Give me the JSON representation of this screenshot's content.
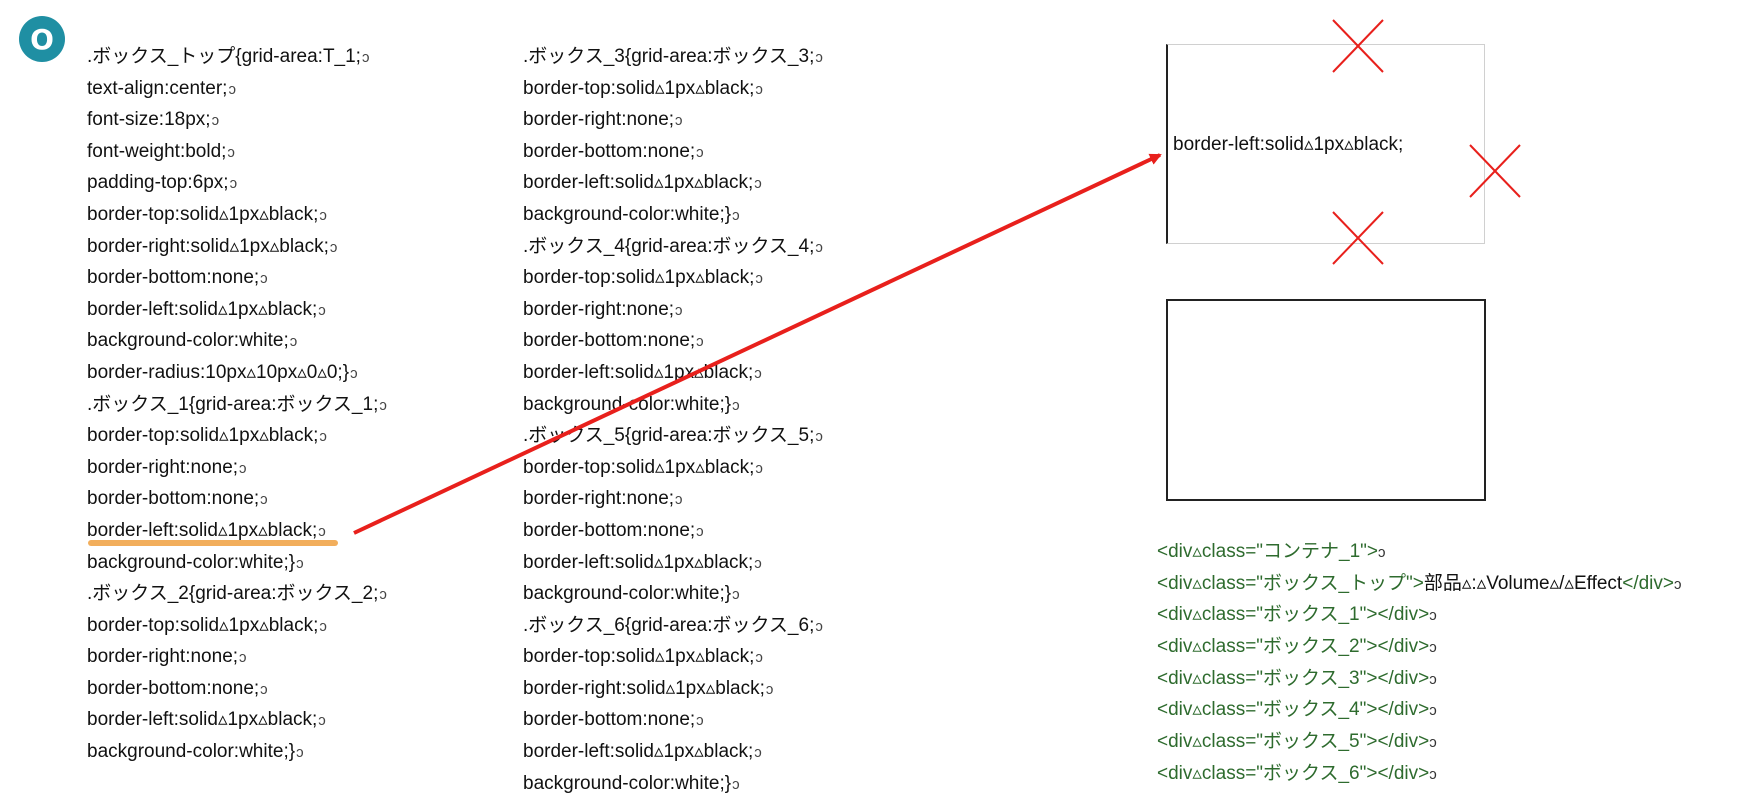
{
  "badge": "O",
  "col1": [
    ".ボックス_トップ{grid-area:T_1;",
    "text-align:center;",
    "font-size:18px;",
    "font-weight:bold;",
    "padding-top:6px;",
    "border-top:solid▵1px▵black;",
    "border-right:solid▵1px▵black;",
    "border-bottom:none;",
    "border-left:solid▵1px▵black;",
    "background-color:white;",
    "border-radius:10px▵10px▵0▵0;}",
    ".ボックス_1{grid-area:ボックス_1;",
    "border-top:solid▵1px▵black;",
    "border-right:none;",
    "border-bottom:none;",
    "border-left:solid▵1px▵black;",
    "background-color:white;}",
    ".ボックス_2{grid-area:ボックス_2;",
    "border-top:solid▵1px▵black;",
    "border-right:none;",
    "border-bottom:none;",
    "border-left:solid▵1px▵black;",
    "background-color:white;}"
  ],
  "col2": [
    ".ボックス_3{grid-area:ボックス_3;",
    "border-top:solid▵1px▵black;",
    "border-right:none;",
    "border-bottom:none;",
    "border-left:solid▵1px▵black;",
    "background-color:white;}",
    ".ボックス_4{grid-area:ボックス_4;",
    "border-top:solid▵1px▵black;",
    "border-right:none;",
    "border-bottom:none;",
    "border-left:solid▵1px▵black;",
    "background-color:white;}",
    ".ボックス_5{grid-area:ボックス_5;",
    "border-top:solid▵1px▵black;",
    "border-right:none;",
    "border-bottom:none;",
    "border-left:solid▵1px▵black;",
    "background-color:white;}",
    ".ボックス_6{grid-area:ボックス_6;",
    "border-top:solid▵1px▵black;",
    "border-right:solid▵1px▵black;",
    "border-bottom:none;",
    "border-left:solid▵1px▵black;",
    "background-color:white;}"
  ],
  "line_end_mark": "ↄ",
  "box_label": "border-left:solid▵1px▵black;",
  "html_lines": [
    {
      "pre": "<div▵class=\"コンテナ_1\">",
      "text": "",
      "post": ""
    },
    {
      "pre": "<div▵class=\"ボックス_トップ\">",
      "text": "部品▵:▵Volume▵/▵Effect",
      "post": "</div>"
    },
    {
      "pre": "<div▵class=\"ボックス_1\"></div>",
      "text": "",
      "post": ""
    },
    {
      "pre": "<div▵class=\"ボックス_2\"></div>",
      "text": "",
      "post": ""
    },
    {
      "pre": "<div▵class=\"ボックス_3\"></div>",
      "text": "",
      "post": ""
    },
    {
      "pre": "<div▵class=\"ボックス_4\"></div>",
      "text": "",
      "post": ""
    },
    {
      "pre": "<div▵class=\"ボックス_5\"></div>",
      "text": "",
      "post": ""
    },
    {
      "pre": "<div▵class=\"ボックス_6\"></div>",
      "text": "",
      "post": ""
    }
  ],
  "colors": {
    "badge": "#1f8fa3",
    "arrow": "#e8201c",
    "cross": "#e8201c",
    "highlight": "#f0a040",
    "html_tag": "#2e6b2e"
  }
}
